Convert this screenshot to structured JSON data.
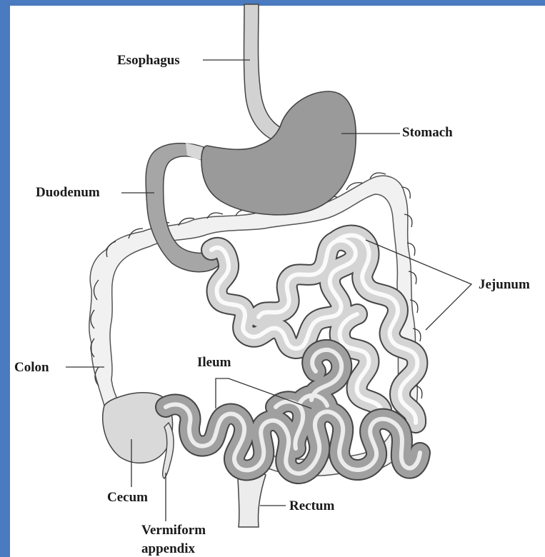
{
  "colors": {
    "background_frame": "#4a7abf",
    "stomach": "#9a9a9a",
    "esophagus": "#d2d2d2",
    "duodenum": "#a6a6a6",
    "colon": "#f1f1f1",
    "cecum": "#d9d9d9",
    "jejunum": "#d4d4d4",
    "ileum": "#a0a0a0",
    "rectum": "#ececec",
    "outline": "#444444"
  },
  "labels": {
    "esophagus": "Esophagus",
    "stomach": "Stomach",
    "duodenum": "Duodenum",
    "jejunum": "Jejunum",
    "colon": "Colon",
    "ileum": "Ileum",
    "cecum": "Cecum",
    "rectum": "Rectum",
    "appendix_line1": "Vermiform",
    "appendix_line2": "appendix"
  }
}
